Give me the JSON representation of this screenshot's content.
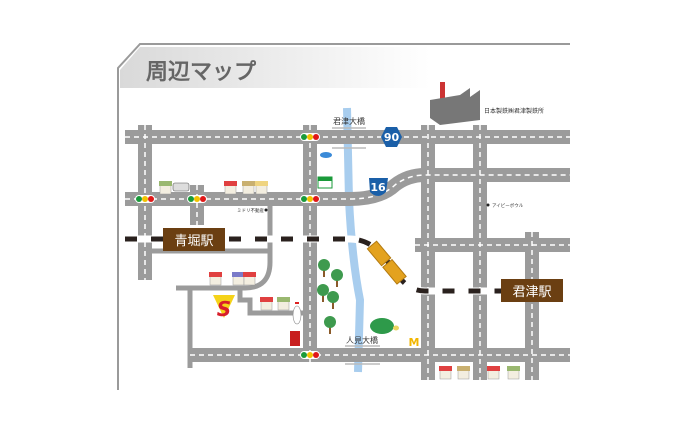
{
  "header": {
    "title": "周辺マップ"
  },
  "stations": [
    {
      "name": "青堀駅"
    },
    {
      "name": "君津駅"
    }
  ],
  "bridges": [
    {
      "name": "君津大橋"
    },
    {
      "name": "人見大橋"
    }
  ],
  "routes": [
    {
      "number": "90"
    },
    {
      "number": "16"
    }
  ],
  "landmarks": [
    {
      "name": "日本製鉄㈱君津製鉄所"
    },
    {
      "name": "ミドリ不動産"
    },
    {
      "name": "アイビーボウル"
    }
  ],
  "colors": {
    "road": "#9b9b9b",
    "station": "#6b3f12",
    "river": "#a8cdee",
    "route_shield": "#1a5fa8"
  }
}
